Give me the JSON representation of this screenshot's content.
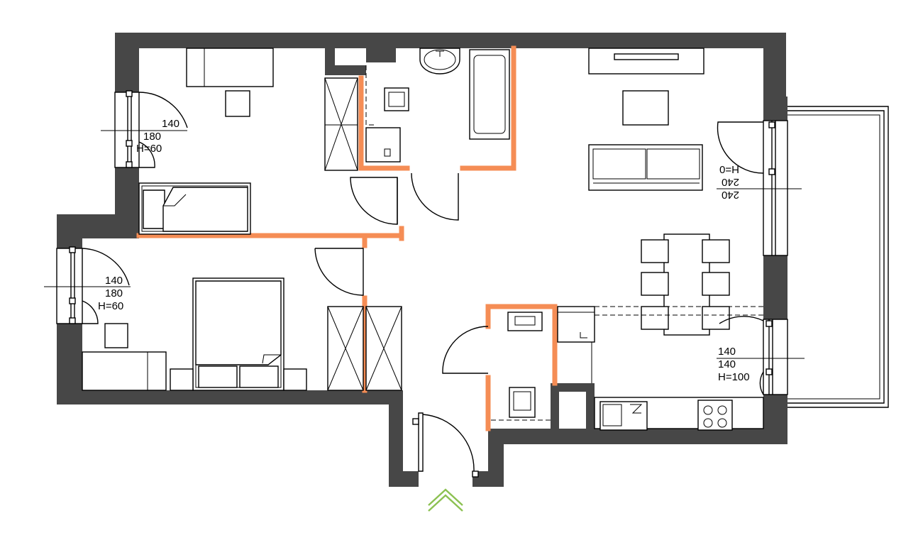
{
  "colors": {
    "wall": "#474747",
    "partition": "#f58d55",
    "line": "#000000",
    "entrance_arrow": "#8cc152",
    "background": "#ffffff"
  },
  "window_labels": {
    "bedroom_top": {
      "width": "140",
      "height": "180",
      "sill": "H=60"
    },
    "bedroom_bottom": {
      "width": "140",
      "height": "180",
      "sill": "H=60"
    },
    "living_balcony_door": {
      "width": "240",
      "height": "240",
      "sill": "H=0"
    },
    "living_window": {
      "width": "140",
      "height": "140",
      "sill": "H=100"
    }
  },
  "icons": {
    "entrance": "double-chevron-up-icon"
  }
}
